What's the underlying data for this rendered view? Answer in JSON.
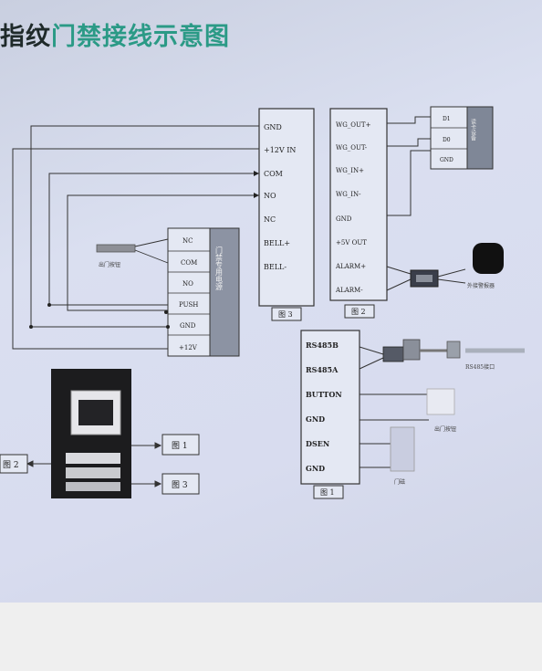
{
  "title": {
    "prefix": "指纹",
    "main": "门禁接线示意图"
  },
  "fig3": {
    "label": "图 3",
    "pins": [
      "GND",
      "+12V IN",
      "COM",
      "NO",
      "NC",
      "BELL+",
      "BELL-"
    ]
  },
  "fig2": {
    "label": "图 2",
    "pins": [
      "WG_OUT+",
      "WG_OUT-",
      "WG_IN+",
      "WG_IN-",
      "GND",
      "+5V OUT",
      "ALARM+",
      "ALARM-"
    ]
  },
  "wg_box": {
    "pins": [
      "D1",
      "D0",
      "GND"
    ],
    "side_label": "读卡设备"
  },
  "lock_box": {
    "pins": [
      "NC",
      "COM",
      "NO",
      "PUSH",
      "GND",
      "+12V"
    ],
    "side_label": "门禁专用电源"
  },
  "fig1": {
    "label": "图 1",
    "pins": [
      "RS485B",
      "RS485A",
      "BUTTON",
      "GND",
      "DSEN",
      "GND"
    ]
  },
  "device_labels": {
    "exit_button": "出门按钮",
    "alarm": "外接警报器",
    "rs485": "RS485接口",
    "button": "出门按钮",
    "door_sensor": "门磁"
  },
  "refs": {
    "left": "图 2",
    "right_top": "图 1",
    "right_bottom": "图 3"
  }
}
